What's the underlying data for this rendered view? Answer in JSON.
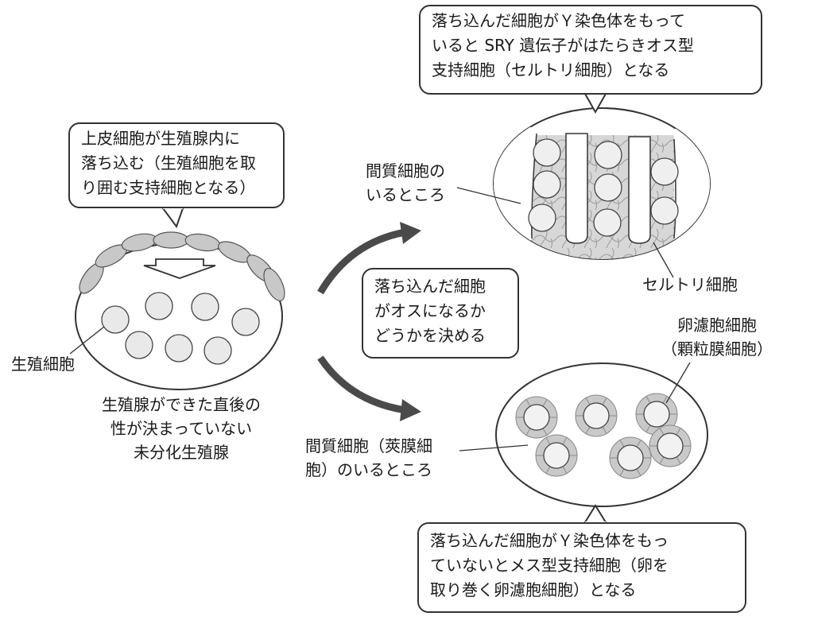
{
  "callouts": {
    "epithelium": [
      "上皮細胞が生殖腺内に",
      "落ち込む（生殖細胞を取",
      "り囲む支持細胞となる）"
    ],
    "male": [
      "落ち込んだ細胞がＹ染色体をもって",
      "いると SRY 遺伝子がはたらきオス型",
      "支持細胞（セルトリ細胞）となる"
    ],
    "decide": [
      "落ち込んだ細胞",
      "がオスになるか",
      "どうかを決める"
    ],
    "female": [
      "落ち込んだ細胞がＹ染色体をもっ",
      "ていないとメス型支持細胞（卵を",
      "取り巻く卵濾胞細胞）となる"
    ]
  },
  "labels": {
    "germ_cell": "生殖細胞",
    "undiff": [
      "生殖腺ができた直後の",
      "性が決まっていない",
      "未分化生殖腺"
    ],
    "interstitial_male": [
      "間質細胞の",
      "いるところ"
    ],
    "sertoli": "セルトリ細胞",
    "follicle": [
      "卵濾胞細胞",
      "（顆粒膜細胞）"
    ],
    "interstitial_female": [
      "間質細胞（莢膜細",
      "胞）のいるところ"
    ]
  }
}
